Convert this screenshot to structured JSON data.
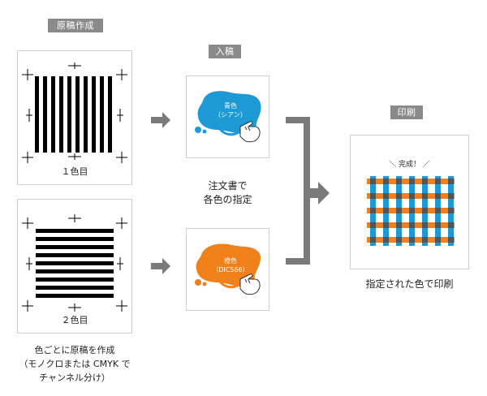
{
  "headers": {
    "original": "原稿作成",
    "submission": "入稿",
    "print": "印刷"
  },
  "captions": {
    "color1": "１色目",
    "color2": "２色目",
    "bottom_line1": "色ごとに原稿を作成",
    "bottom_line2": "（モノクロまたは CMYK で",
    "bottom_line3": "チャンネル分け）",
    "instruction_line1": "注文書で",
    "instruction_line2": "各色の指定",
    "printed_caption": "指定された色で印刷"
  },
  "blobs": {
    "blue": {
      "line1": "青色",
      "line2": "（シアン）",
      "color": "#1d9ad6"
    },
    "orange": {
      "line1": "橙色",
      "line2": "（DIC566）",
      "color": "#f08019"
    }
  },
  "result": {
    "label": "＼ 完成！ ／"
  },
  "colors": {
    "header_bg": "#8a8a8a",
    "arrow": "#7a7a7a",
    "cyan": "#1d9ad6",
    "orange": "#f08019",
    "overlap": "#555555"
  }
}
